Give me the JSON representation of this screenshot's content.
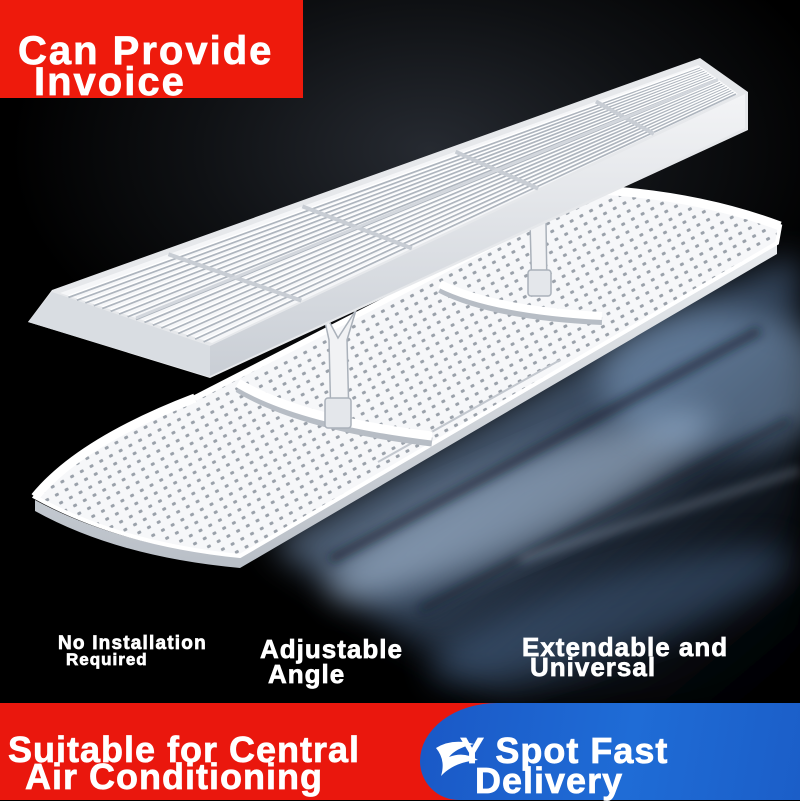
{
  "invoice_badge": {
    "line1": "Can Provide",
    "line2": "Invoice"
  },
  "features": [
    {
      "line1": "No Installation",
      "line2": "Required"
    },
    {
      "line1": "Adjustable",
      "line2": "Angle"
    },
    {
      "line1": "Extendable and",
      "line2": "Universal"
    }
  ],
  "banner": {
    "left": {
      "line1": "Suitable for Central",
      "line2": "Air Conditioning"
    },
    "right": {
      "line1": "Y Spot Fast",
      "line2": "Delivery"
    }
  },
  "icons": {
    "product": "air-deflector-image",
    "delivery": "swoosh-icon"
  },
  "colors": {
    "background": "#000000",
    "accent_red": "#ee1a0c",
    "accent_blue": "#1f6cd6",
    "text": "#ffffff"
  }
}
